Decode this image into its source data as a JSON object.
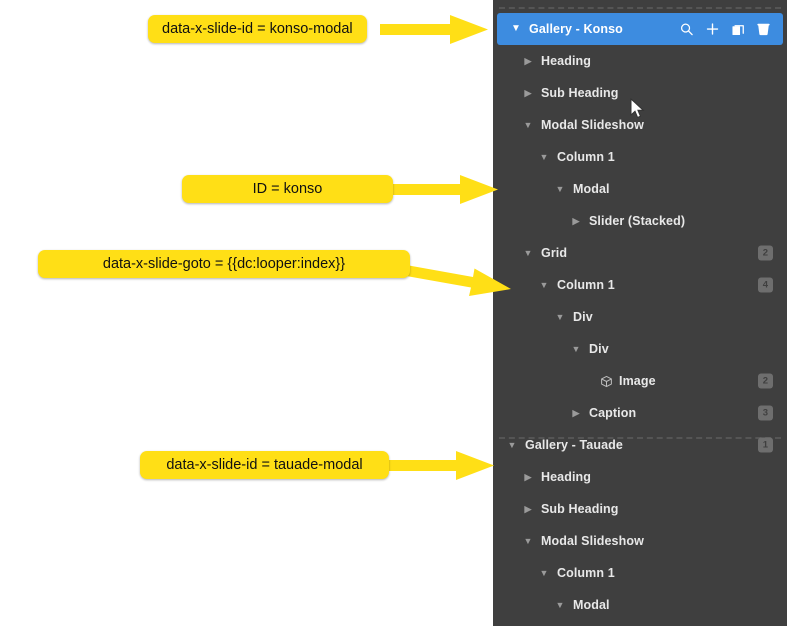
{
  "panel": {
    "name": "layer-tree-panel",
    "background": "#3f3f3f",
    "selected_color": "#3d8ce0",
    "header_icons": [
      {
        "name": "search-icon",
        "title": "Search"
      },
      {
        "name": "plus-icon",
        "title": "Add"
      },
      {
        "name": "duplicate-icon",
        "title": "Duplicate"
      },
      {
        "name": "trash-icon",
        "title": "Delete"
      }
    ],
    "rows": [
      {
        "label": "Gallery - Konso",
        "depth": 0,
        "twisty": "down",
        "selected": true,
        "badge": "",
        "icon": ""
      },
      {
        "label": "Heading",
        "depth": 1,
        "twisty": "right",
        "selected": false,
        "badge": "",
        "icon": ""
      },
      {
        "label": "Sub Heading",
        "depth": 1,
        "twisty": "right",
        "selected": false,
        "badge": "",
        "icon": ""
      },
      {
        "label": "Modal Slideshow",
        "depth": 1,
        "twisty": "down",
        "selected": false,
        "badge": "",
        "icon": ""
      },
      {
        "label": "Column 1",
        "depth": 2,
        "twisty": "down",
        "selected": false,
        "badge": "",
        "icon": ""
      },
      {
        "label": "Modal",
        "depth": 3,
        "twisty": "down",
        "selected": false,
        "badge": "",
        "icon": ""
      },
      {
        "label": "Slider (Stacked)",
        "depth": 4,
        "twisty": "right",
        "selected": false,
        "badge": "",
        "icon": ""
      },
      {
        "label": "Grid",
        "depth": 1,
        "twisty": "down",
        "selected": false,
        "badge": "2",
        "icon": ""
      },
      {
        "label": "Column 1",
        "depth": 2,
        "twisty": "down",
        "selected": false,
        "badge": "4",
        "icon": ""
      },
      {
        "label": "Div",
        "depth": 3,
        "twisty": "down",
        "selected": false,
        "badge": "",
        "icon": ""
      },
      {
        "label": "Div",
        "depth": 4,
        "twisty": "down",
        "selected": false,
        "badge": "",
        "icon": ""
      },
      {
        "label": "Image",
        "depth": 5,
        "twisty": "none",
        "selected": false,
        "badge": "2",
        "icon": "cube"
      },
      {
        "label": "Caption",
        "depth": 4,
        "twisty": "right",
        "selected": false,
        "badge": "3",
        "icon": ""
      },
      {
        "label": "Gallery - Tauade",
        "depth": 0,
        "twisty": "down",
        "selected": false,
        "badge": "1",
        "icon": ""
      },
      {
        "label": "Heading",
        "depth": 1,
        "twisty": "right",
        "selected": false,
        "badge": "",
        "icon": ""
      },
      {
        "label": "Sub Heading",
        "depth": 1,
        "twisty": "right",
        "selected": false,
        "badge": "",
        "icon": ""
      },
      {
        "label": "Modal Slideshow",
        "depth": 1,
        "twisty": "down",
        "selected": false,
        "badge": "",
        "icon": ""
      },
      {
        "label": "Column 1",
        "depth": 2,
        "twisty": "down",
        "selected": false,
        "badge": "",
        "icon": ""
      },
      {
        "label": "Modal",
        "depth": 3,
        "twisty": "down",
        "selected": false,
        "badge": "",
        "icon": ""
      }
    ]
  },
  "annotations": {
    "color": "#FFDF16",
    "items": [
      {
        "name": "callout-konso-modal",
        "text": "data-x-slide-id = konso-modal"
      },
      {
        "name": "callout-id-konso",
        "text": "ID = konso"
      },
      {
        "name": "callout-slide-goto",
        "text": "data-x-slide-goto = {{dc:looper:index}}"
      },
      {
        "name": "callout-tauade-modal",
        "text": "data-x-slide-id = tauade-modal"
      }
    ]
  }
}
